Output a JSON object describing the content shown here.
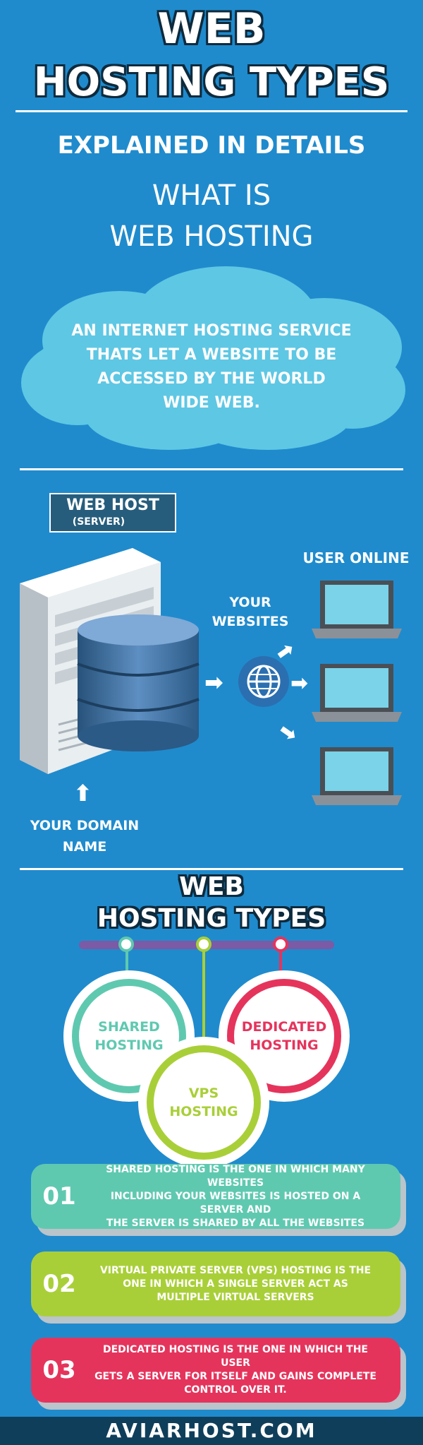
{
  "header": {
    "title_line1": "WEB",
    "title_line2": "HOSTING TYPES",
    "subtitle": "EXPLAINED IN DETAILS",
    "question_line1": "WHAT IS",
    "question_line2": "WEB HOSTING"
  },
  "definition": {
    "line1": "AN INTERNET HOSTING SERVICE",
    "line2": "THATS LET A WEBSITE TO BE",
    "line3": "ACCESSED BY THE WORLD",
    "line4": "WIDE WEB."
  },
  "diagram": {
    "web_host": "WEB HOST",
    "server": "(SERVER)",
    "user_online": "USER ONLINE",
    "your_websites_line1": "YOUR",
    "your_websites_line2": "WEBSITES",
    "domain_line1": "YOUR DOMAIN",
    "domain_line2": "NAME"
  },
  "types_section": {
    "title_line1": "WEB",
    "title_line2": "HOSTING TYPES",
    "shared_line1": "SHARED",
    "shared_line2": "HOSTING",
    "dedicated_line1": "DEDICATED",
    "dedicated_line2": "HOSTING",
    "vps_line1": "VPS",
    "vps_line2": "HOSTING"
  },
  "cards": [
    {
      "num": "01",
      "line1": "SHARED HOSTING IS THE ONE IN WHICH MANY WEBSITES",
      "line2": "INCLUDING YOUR WEBSITES IS HOSTED ON A  SERVER AND",
      "line3": "THE SERVER IS SHARED BY ALL THE WEBSITES",
      "color": "#5fc9b0"
    },
    {
      "num": "02",
      "line1": "VIRTUAL PRIVATE SERVER (VPS) HOSTING IS THE",
      "line2": "ONE IN WHICH A SINGLE SERVER ACT AS",
      "line3": "MULTIPLE  VIRTUAL SERVERS",
      "color": "#a9cf38"
    },
    {
      "num": "03",
      "line1": "DEDICATED HOSTING IS THE ONE IN WHICH THE USER",
      "line2": "GETS A SERVER FOR ITSELF AND GAINS COMPLETE",
      "line3": "CONTROL OVER IT.",
      "color": "#e5345c"
    }
  ],
  "footer": {
    "site": "AVIARHOST.COM"
  },
  "colors": {
    "background": "#1f8bcd",
    "cloud": "#5ec7e4",
    "shared": "#5fc9b0",
    "vps": "#a9cf38",
    "dedicated": "#e5345c",
    "bar": "#7b5aa6",
    "footer_bar": "#0f3e5a"
  }
}
